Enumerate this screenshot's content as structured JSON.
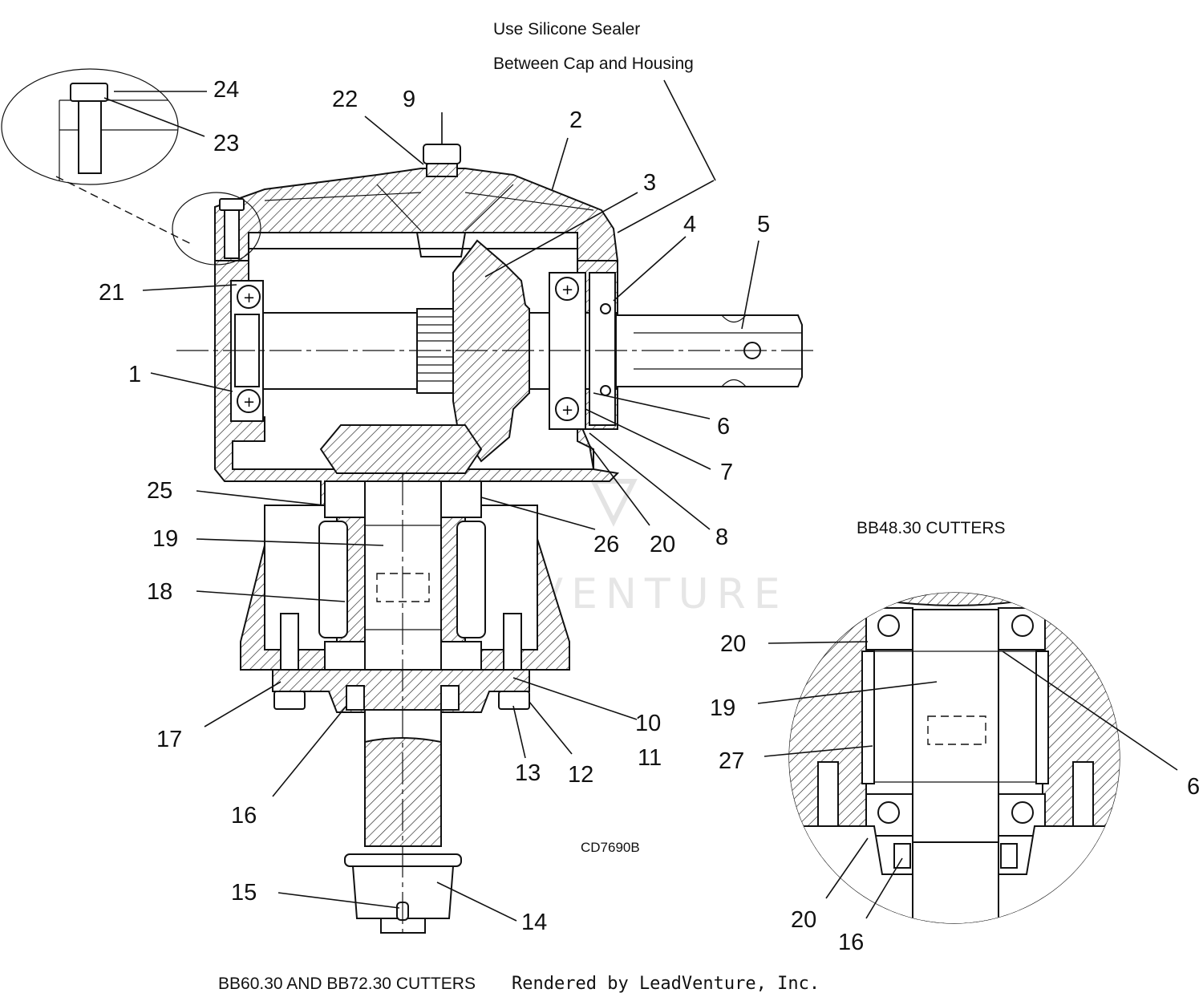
{
  "notes": {
    "sealer_line1": "Use Silicone Sealer",
    "sealer_line2": "Between Cap and Housing"
  },
  "captions": {
    "main_assembly": "BB60.30 AND BB72.30 CUTTERS",
    "rendered_by": "Rendered by LeadVenture, Inc.",
    "detail_view": "BB48.30 CUTTERS",
    "drawing_code": "CD7690B"
  },
  "watermark": {
    "text": "LEADVENTURE"
  },
  "callouts": {
    "c24": "24",
    "c23": "23",
    "c22": "22",
    "c9": "9",
    "c2": "2",
    "c3": "3",
    "c4": "4",
    "c5": "5",
    "c21": "21",
    "c1": "1",
    "c6": "6",
    "c7": "7",
    "c8": "8",
    "c20": "20",
    "c25": "25",
    "c26": "26",
    "c19": "19",
    "c18": "18",
    "c17": "17",
    "c10": "10",
    "c11": "11",
    "c12": "12",
    "c13": "13",
    "c16": "16",
    "c15": "15",
    "c14": "14",
    "d20a": "20",
    "d19": "19",
    "d27": "27",
    "d6": "6",
    "d20b": "20",
    "d16": "16"
  }
}
